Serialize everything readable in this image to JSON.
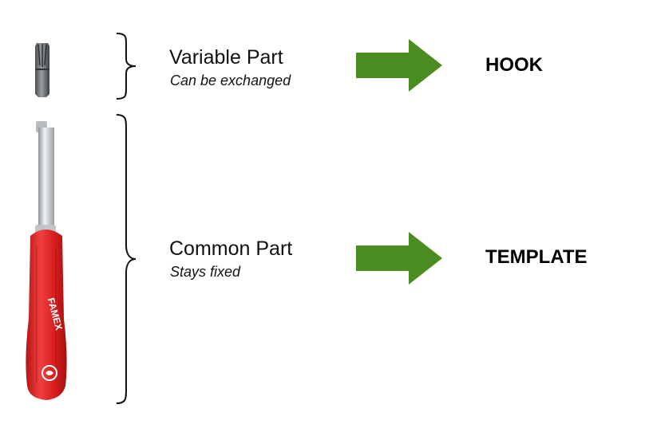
{
  "rows": [
    {
      "title": "Variable Part",
      "subtitle": "Can be exchanged",
      "result": "HOOK"
    },
    {
      "title": "Common Part",
      "subtitle": "Stays fixed",
      "result": "TEMPLATE"
    }
  ],
  "tool": {
    "brand": "FAMEX"
  },
  "colors": {
    "arrow": "#4a8c1f",
    "handle": "#d81e1e",
    "shaft": "#c9ccd0",
    "bracket": "#111111"
  },
  "icons": [
    "screwdriver-bit-icon",
    "screwdriver-icon",
    "arrow-right-icon",
    "curly-brace-icon"
  ]
}
